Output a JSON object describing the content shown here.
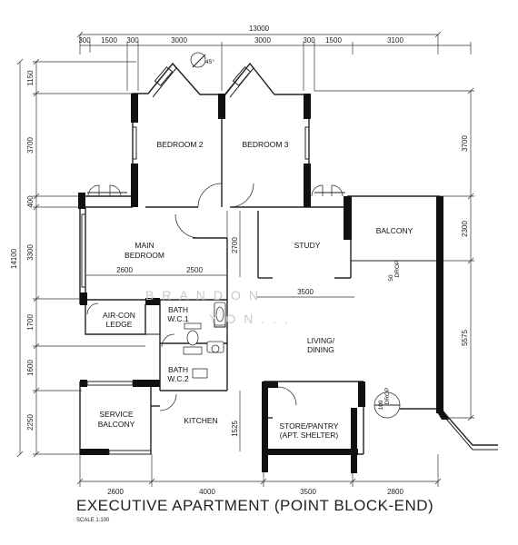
{
  "title": "EXECUTIVE APARTMENT (POINT BLOCK-END)",
  "scale": "SCALE   1:100",
  "watermark": {
    "line1": "BRANDON",
    "line2": "YON..."
  },
  "angle_label": "45°",
  "dimensions": {
    "top_total": "13000",
    "top": [
      "300",
      "1500",
      "300",
      "3000",
      "3000",
      "300",
      "1500",
      "3100"
    ],
    "left_total": "14100",
    "left": [
      "1150",
      "3700",
      "400",
      "3300",
      "1700",
      "1600",
      "2250"
    ],
    "right": [
      "3700",
      "2300",
      "5575"
    ],
    "bottom": [
      "2600",
      "4000",
      "3500",
      "2800"
    ],
    "inner": {
      "main_bedroom_a": "2600",
      "main_bedroom_b": "2500",
      "study_width": "3500",
      "passage": "2700",
      "kitchen_side": "1525",
      "drop_a": "50",
      "drop_b": "100"
    }
  },
  "rooms": {
    "bedroom2": "BEDROOM 2",
    "bedroom3": "BEDROOM 3",
    "main_bedroom_1": "MAIN",
    "main_bedroom_2": "BEDROOM",
    "study": "STUDY",
    "balcony": "BALCONY",
    "aircon_1": "AIR-CON",
    "aircon_2": "LEDGE",
    "bath1_1": "BATH",
    "bath1_2": "W.C.1",
    "bath2_1": "BATH",
    "bath2_2": "W.C.2",
    "living_1": "LIVING/",
    "living_2": "DINING",
    "service_1": "SERVICE",
    "service_2": "BALCONY",
    "kitchen": "KITCHEN",
    "store_1": "STORE/PANTRY",
    "store_2": "(APT. SHELTER)",
    "drop": "DROP"
  }
}
